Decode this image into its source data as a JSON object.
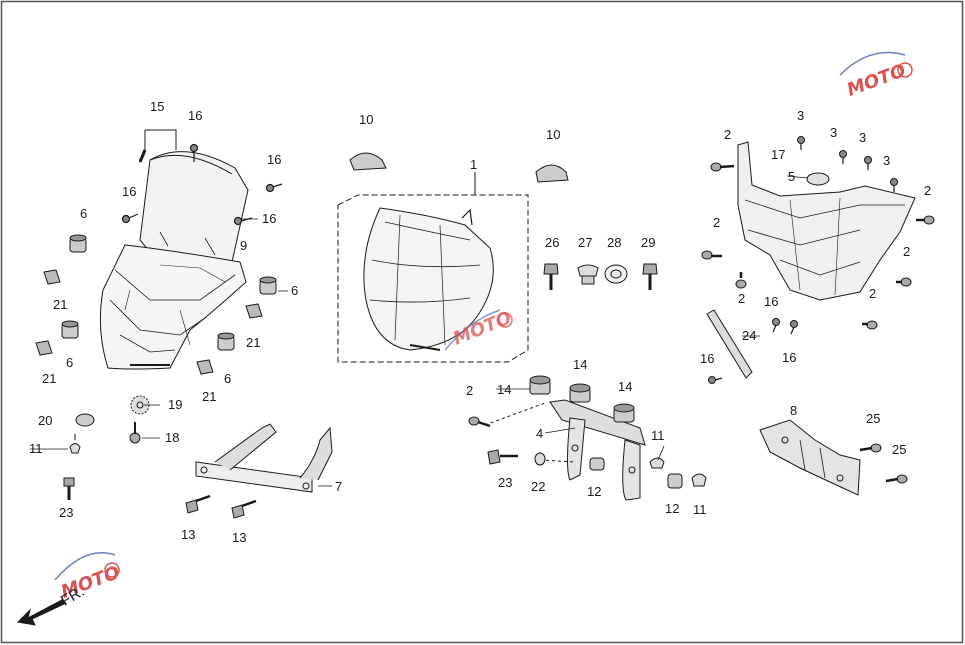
{
  "callouts": [
    "1",
    "2",
    "3",
    "4",
    "5",
    "6",
    "7",
    "8",
    "9",
    "10",
    "11",
    "12",
    "13",
    "14",
    "15",
    "16",
    "17",
    "18",
    "19",
    "20",
    "21",
    "22",
    "23",
    "24",
    "25",
    "26",
    "27",
    "28",
    "29"
  ],
  "direction_label": "FR.",
  "watermark_text": "MOTO",
  "colors": {
    "line": "#1a1a1a",
    "frame": "#555555",
    "watermark_blue": "#6a7fc4",
    "watermark_red": "#d9534f"
  }
}
